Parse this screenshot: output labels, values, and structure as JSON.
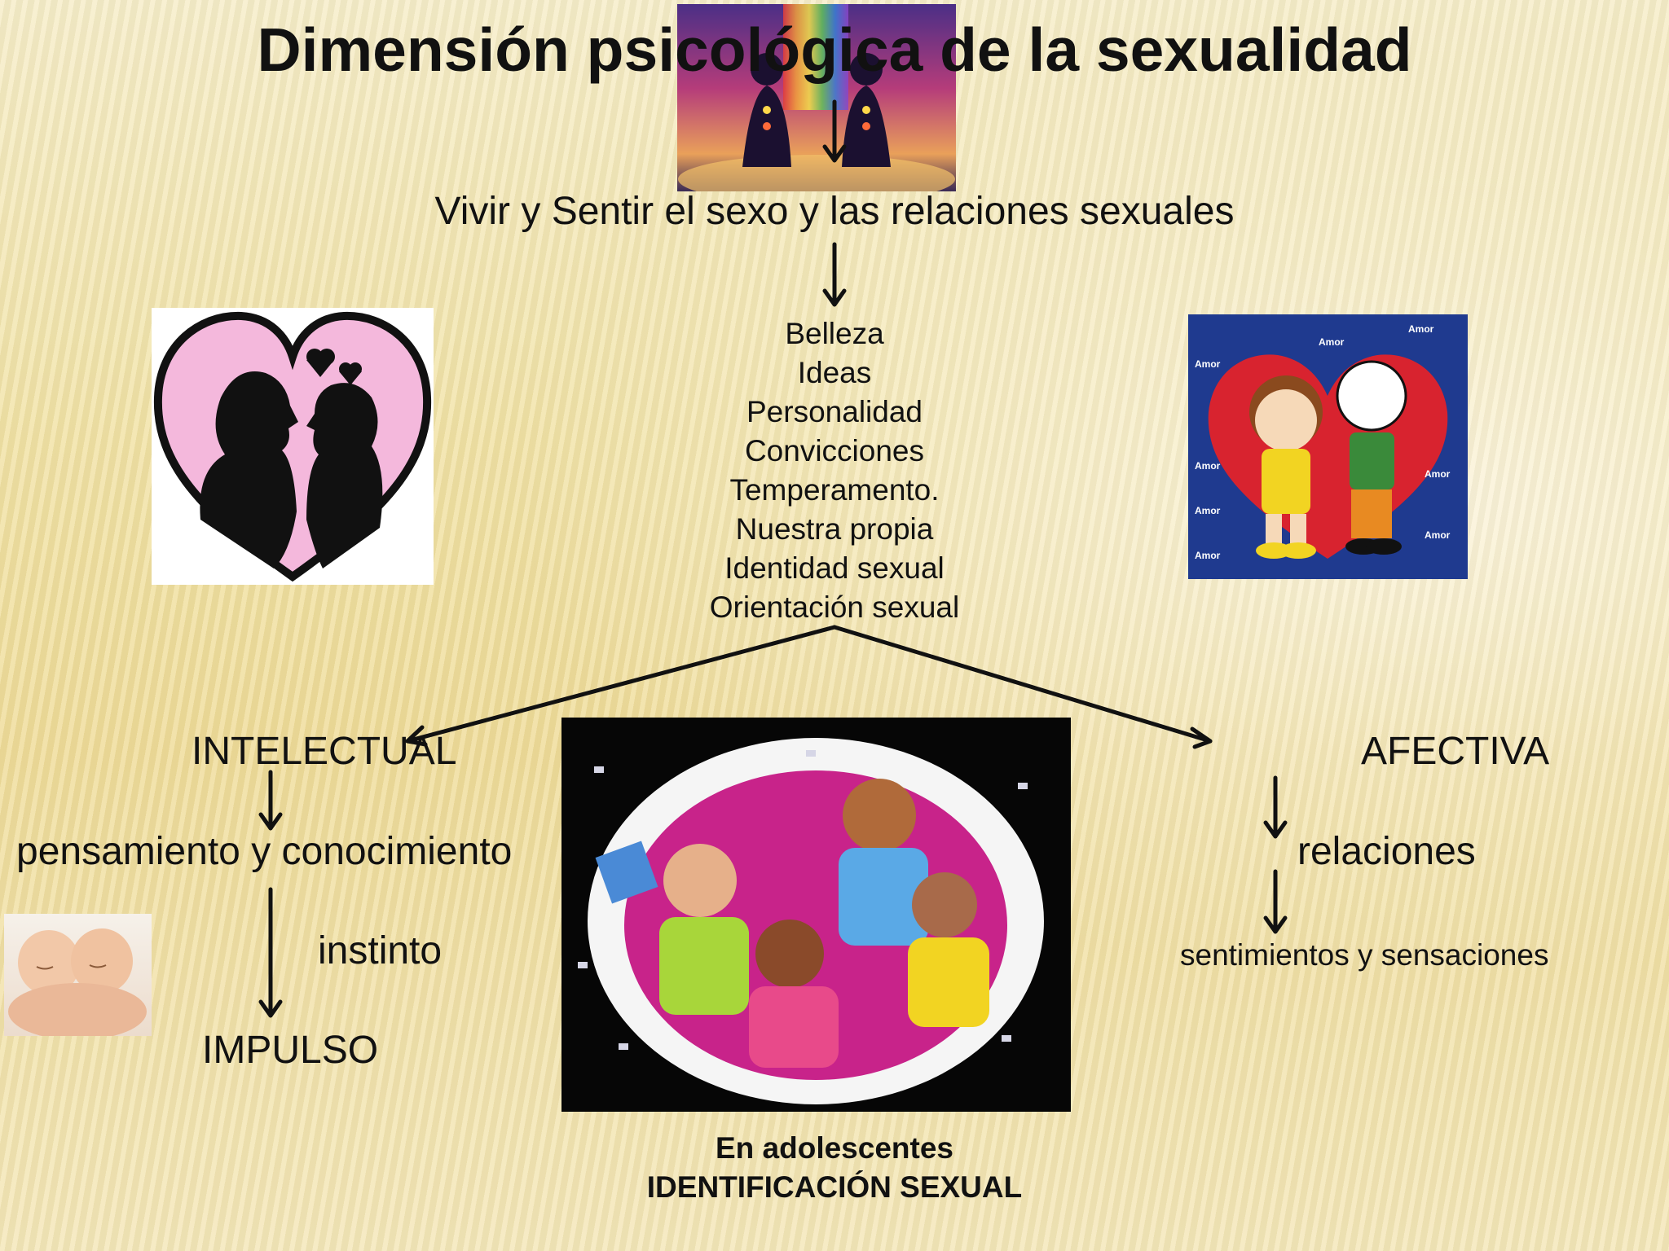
{
  "title": "Dimensión psicológica de la sexualidad",
  "subtitle": "Vivir y Sentir el sexo y las relaciones sexuales",
  "factors": [
    "Belleza",
    "Ideas",
    "Personalidad",
    "Convicciones",
    "Temperamento.",
    "Nuestra propia",
    "Identidad sexual",
    "Orientación sexual"
  ],
  "left_branch": {
    "label": "INTELECTUAL",
    "item1": "pensamiento y conocimiento",
    "item2": "instinto",
    "item3": "IMPULSO"
  },
  "right_branch": {
    "label": "AFECTIVA",
    "item1": "relaciones",
    "item2": "sentimientos y sensaciones"
  },
  "bottom": {
    "line1": "En adolescentes",
    "line2": "IDENTIFICACIÓN SEXUAL"
  },
  "cartoon_text": "Amor",
  "colors": {
    "background": "#f1e2a4",
    "text": "#111111",
    "heart_pink": "#f4b8dc",
    "cartoon_blue": "#1f3a8f",
    "cartoon_red": "#d8232f"
  }
}
